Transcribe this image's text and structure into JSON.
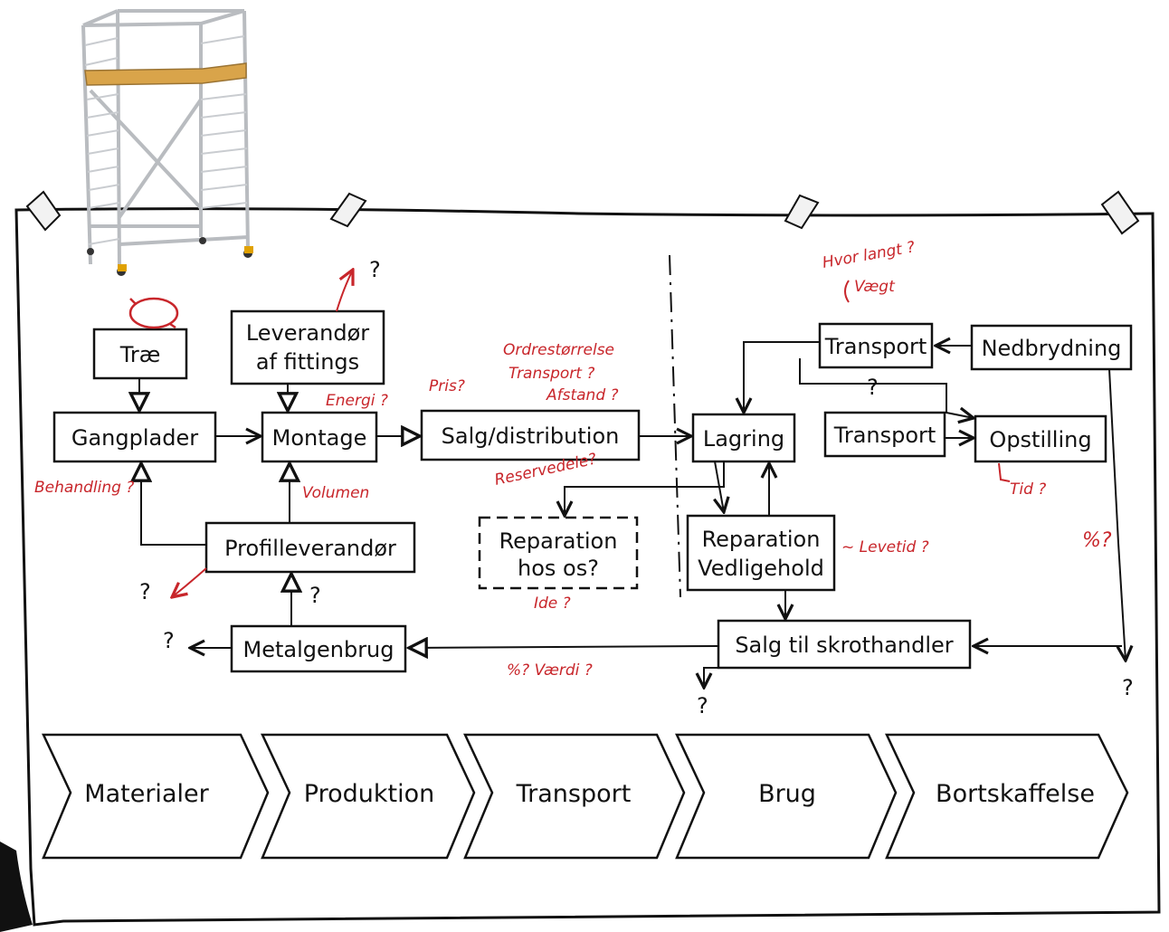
{
  "colors": {
    "ink": "#111111",
    "annotation": "#c8262b",
    "scaffold_frame": "#b9bcc0",
    "scaffold_deck": "#d9a44a",
    "tape": "#f2f2f2",
    "paper": "#ffffff"
  },
  "boxes": {
    "trae": "Træ",
    "leverandor_line1": "Leverandør",
    "leverandor_line2": "af fittings",
    "gangplader": "Gangplader",
    "montage": "Montage",
    "salg_distribution": "Salg/distribution",
    "profilleverandor": "Profilleverandør",
    "metalgenbrug": "Metalgenbrug",
    "reparation_hos_os_line1": "Reparation",
    "reparation_hos_os_line2": "hos os?",
    "lagring": "Lagring",
    "transport_top": "Transport",
    "nedbrydning": "Nedbrydning",
    "transport_mid": "Transport",
    "opstilling": "Opstilling",
    "reparation_line1": "Reparation",
    "reparation_line2": "Vedligehold",
    "salg_skrot": "Salg til skrothandler"
  },
  "question_marks": {
    "q": "?"
  },
  "annotations": {
    "ordrestorrelse": "Ordrestørrelse",
    "transport_q": "Transport ?",
    "afstand": "Afstand ?",
    "pris": "Pris?",
    "energi": "Energi ?",
    "behandling": "Behandling ?",
    "volumen": "Volumen",
    "reservedele": "Reservedele?",
    "ide": "Ide ?",
    "procent_vaerdi": "%? Værdi ?",
    "hvor_langt": "Hvor langt ?",
    "vaegt": "Vægt",
    "levetid": "~ Levetid ?",
    "tid": "Tid ?",
    "procent": "%?"
  },
  "stages": [
    "Materialer",
    "Produktion",
    "Transport",
    "Brug",
    "Bortskaffelse"
  ]
}
